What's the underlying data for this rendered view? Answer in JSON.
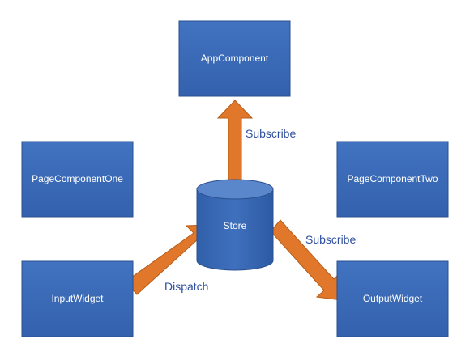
{
  "nodes": {
    "app_component": "AppComponent",
    "page_component_one": "PageComponentOne",
    "page_component_two": "PageComponentTwo",
    "store": "Store",
    "input_widget": "InputWidget",
    "output_widget": "OutputWidget"
  },
  "edges": {
    "subscribe_app": "Subscribe",
    "subscribe_output": "Subscribe",
    "dispatch": "Dispatch"
  },
  "colors": {
    "box_fill": "#3a69b4",
    "box_stroke": "#2a4f8f",
    "arrow": "#e0772a",
    "arrow_stroke": "#b85c18",
    "label": "#2f4f9e"
  }
}
